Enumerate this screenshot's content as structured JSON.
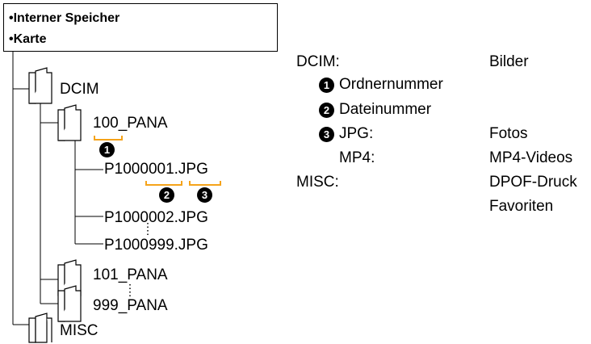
{
  "storage": {
    "items": [
      "Interner Speicher",
      "Karte"
    ],
    "bullet": "•"
  },
  "tree": {
    "dcim": "DCIM",
    "folder_100": "100_PANA",
    "file_1_name": "P1000001",
    "file_1_ext": ".JPG",
    "file_2": "P1000002.JPG",
    "file_3": "P1000999.JPG",
    "folder_101": "101_PANA",
    "folder_999": "999_PANA",
    "misc": "MISC"
  },
  "markers": [
    "1",
    "2",
    "3"
  ],
  "legend": {
    "dcim_label": "DCIM:",
    "dcim_value": "Bilder",
    "item_1": "Ordnernummer",
    "item_2": "Dateinummer",
    "jpg_label": "JPG:",
    "jpg_value": "Fotos",
    "mp4_label": "MP4:",
    "mp4_value": "MP4-Videos",
    "misc_label": "MISC:",
    "misc_value_1": "DPOF-Druck",
    "misc_value_2": "Favoriten"
  },
  "colors": {
    "bracket": "#f5a31a",
    "line": "#000000",
    "folder_fill": "#ffffff"
  }
}
